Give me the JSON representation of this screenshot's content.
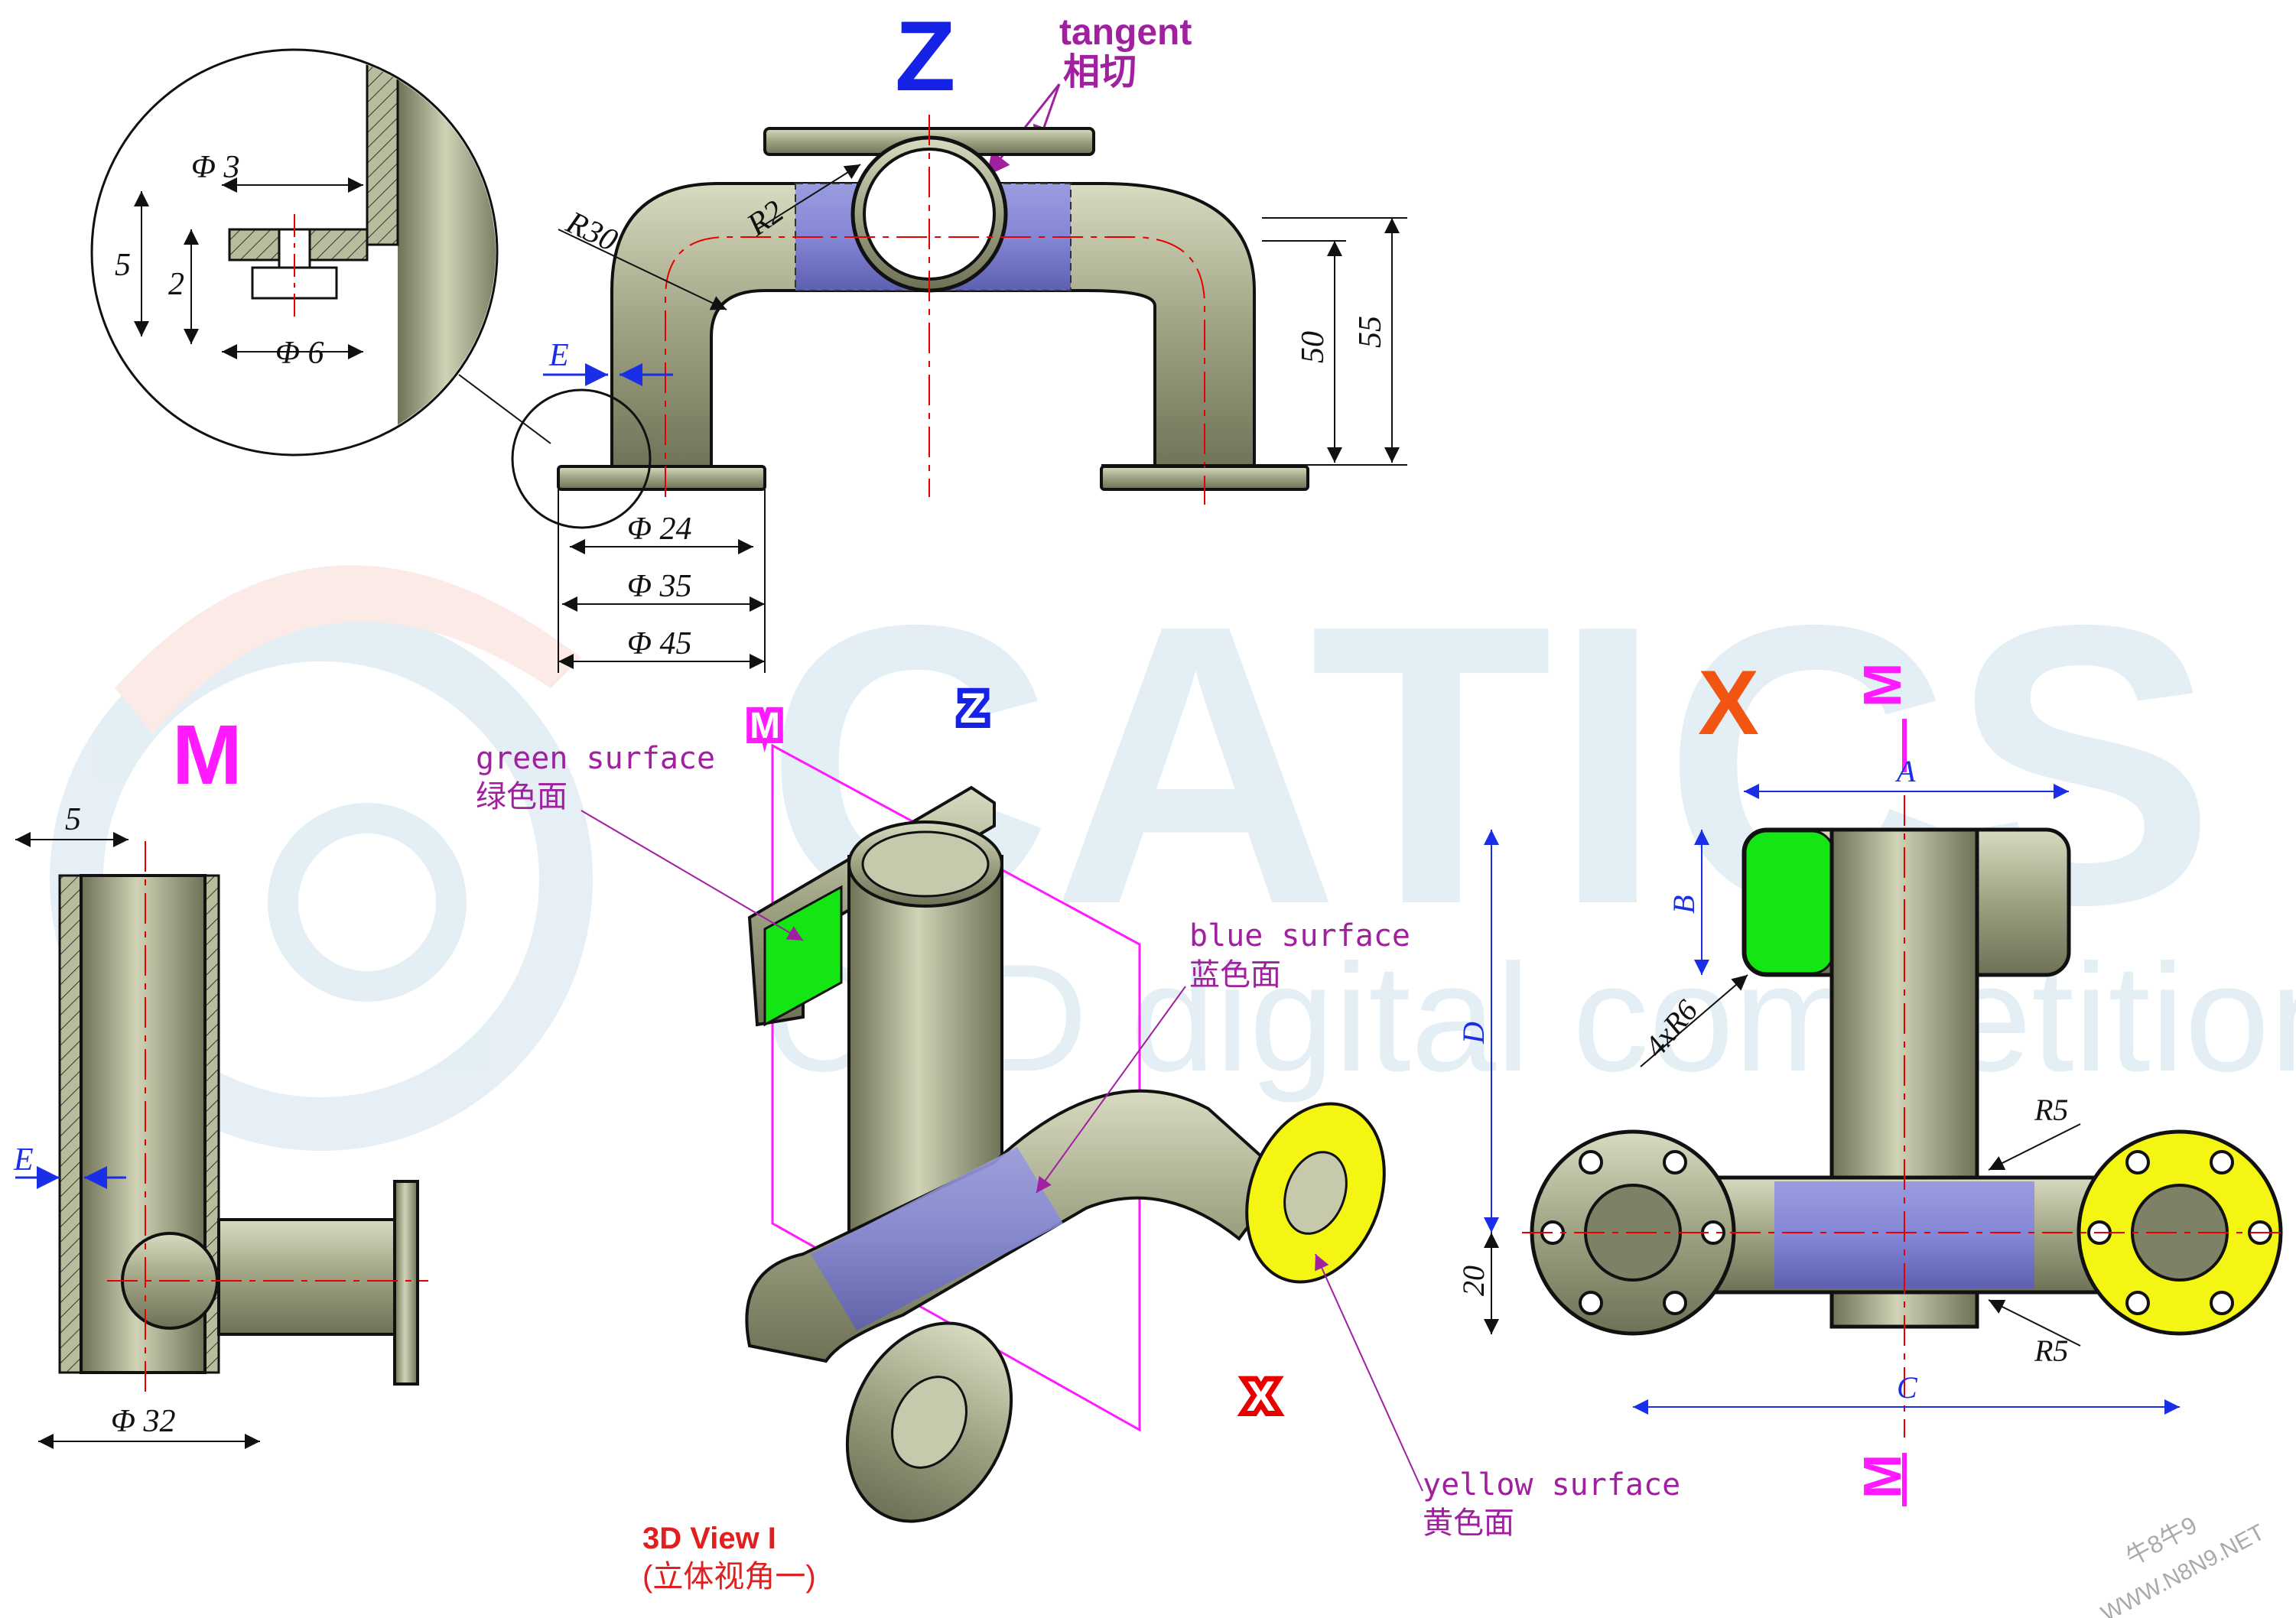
{
  "views": {
    "z": {
      "label": "Z",
      "tangent_en": "tangent",
      "tangent_cn": "相切"
    },
    "m": {
      "label": "M"
    },
    "x": {
      "label": "X",
      "cut_label": "M"
    },
    "iso": {
      "title": "3D View I",
      "subtitle": "(立体视角一)",
      "axis_m": "M",
      "axis_z": "Z",
      "axis_x": "X"
    }
  },
  "annotations": {
    "green_en": "green surface",
    "green_cn": "绿色面",
    "blue_en": "blue surface",
    "blue_cn": "蓝色面",
    "yellow_en": "yellow surface",
    "yellow_cn": "黄色面"
  },
  "dimensions": {
    "d3": "Φ 3",
    "d6": "Φ 6",
    "h5": "5",
    "h2": "2",
    "r30": "R30",
    "r2": "R2",
    "e": "E",
    "d24": "Φ 24",
    "d35": "Φ 35",
    "d45": "Φ 45",
    "h50": "50",
    "h55": "55",
    "m5": "5",
    "me": "E",
    "d32": "Φ 32",
    "a": "A",
    "b": "B",
    "d": "D",
    "r6": "4xR6",
    "r5a": "R5",
    "r5b": "R5",
    "c": "C",
    "h20": "20"
  },
  "watermark": {
    "word": "CATICS",
    "subtitle": "CAD digital competition",
    "site": "牛8牛9",
    "site_url": "WWW.N8N9.NET"
  },
  "colors": {
    "metal": "#a6a98a",
    "metal_dark": "#55583f",
    "blue": "#7d7fc9",
    "green": "#14e614",
    "yellow": "#f5f514",
    "magenta": "#ff1aff",
    "purple": "#a020a0",
    "dim_blue": "#1a2ee8",
    "red_center": "#e80000",
    "label_z": "#1522e6",
    "label_x": "#f25512",
    "title_red": "#e02020"
  }
}
